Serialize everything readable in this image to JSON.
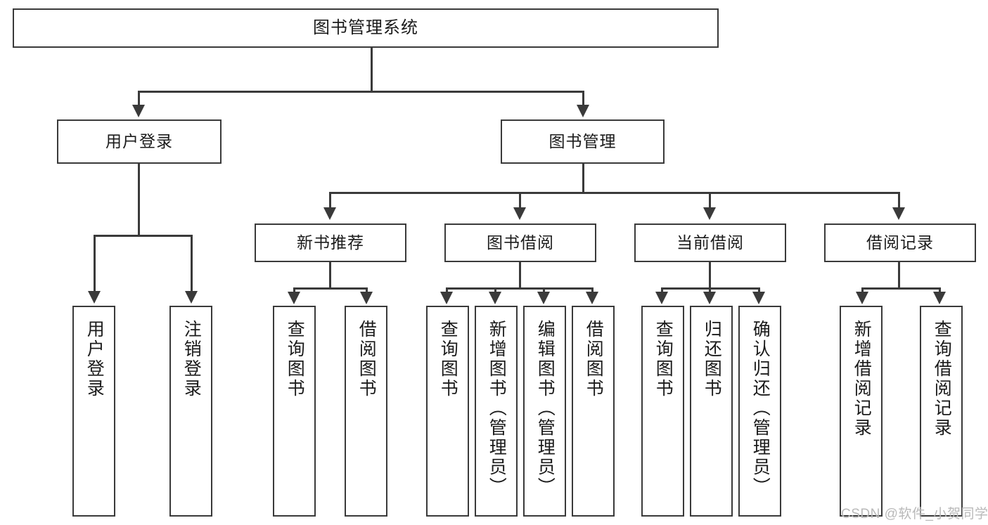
{
  "diagram": {
    "title": "图书管理系统",
    "watermark": "CSDN @软件_小贺同学",
    "accent_color": "#3a3a3a",
    "background_color": "#ffffff",
    "root": {
      "label": "图书管理系统"
    },
    "level2": [
      {
        "label": "用户登录"
      },
      {
        "label": "图书管理"
      }
    ],
    "level3": [
      {
        "label": "新书推荐"
      },
      {
        "label": "图书借阅"
      },
      {
        "label": "当前借阅"
      },
      {
        "label": "借阅记录"
      }
    ],
    "leaves": [
      {
        "label": "用户登录"
      },
      {
        "label": "注销登录"
      },
      {
        "label": "查询图书"
      },
      {
        "label": "借阅图书"
      },
      {
        "label": "查询图书"
      },
      {
        "label": "新增图书（管理员）"
      },
      {
        "label": "编辑图书（管理员）"
      },
      {
        "label": "借阅图书"
      },
      {
        "label": "查询图书"
      },
      {
        "label": "归还图书"
      },
      {
        "label": "确认归还（管理员）"
      },
      {
        "label": "新增借阅记录"
      },
      {
        "label": "查询借阅记录"
      }
    ]
  }
}
